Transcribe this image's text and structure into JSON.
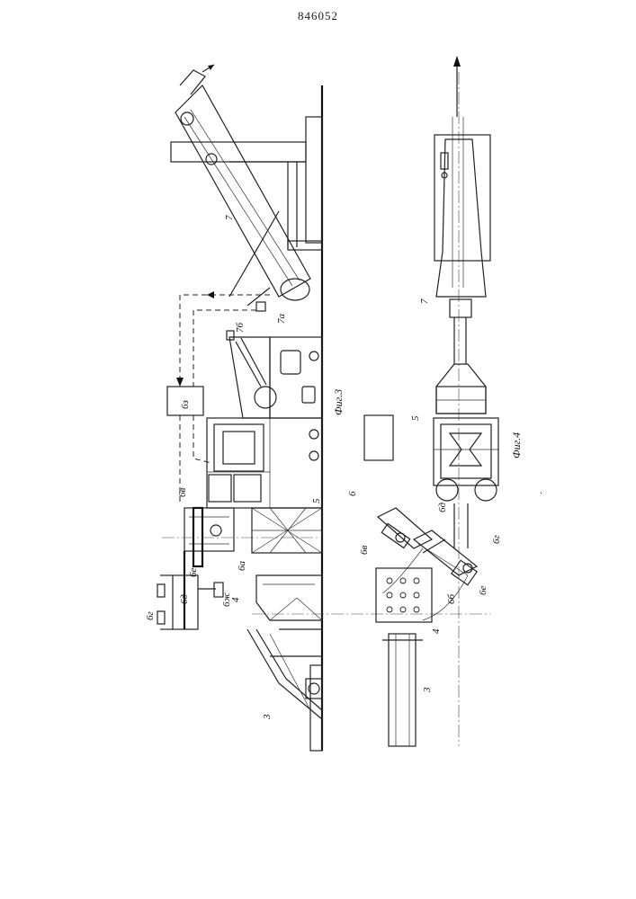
{
  "document": {
    "number": "846052"
  },
  "figures": {
    "fig3": {
      "caption": "Фиг.3"
    },
    "fig4": {
      "caption": "Фиг.4"
    }
  },
  "labels": {
    "fig3": {
      "l7": "7",
      "l7a": "7а",
      "l7b": "7б",
      "l6z": "6з",
      "l6v": "6в",
      "l6e": "6е",
      "l6d": "6д",
      "l6g": "6г",
      "l6a": "6а",
      "l6zh": "6ж",
      "l5": "5",
      "l4": "4",
      "l3": "3"
    },
    "fig4": {
      "l7": "7",
      "l5": "5",
      "l6": "6",
      "l6v": "6в",
      "l6d": "6д",
      "l6b": "6б",
      "l6e": "6е",
      "l6g": "6г",
      "l4": "4",
      "l3": "3"
    }
  }
}
